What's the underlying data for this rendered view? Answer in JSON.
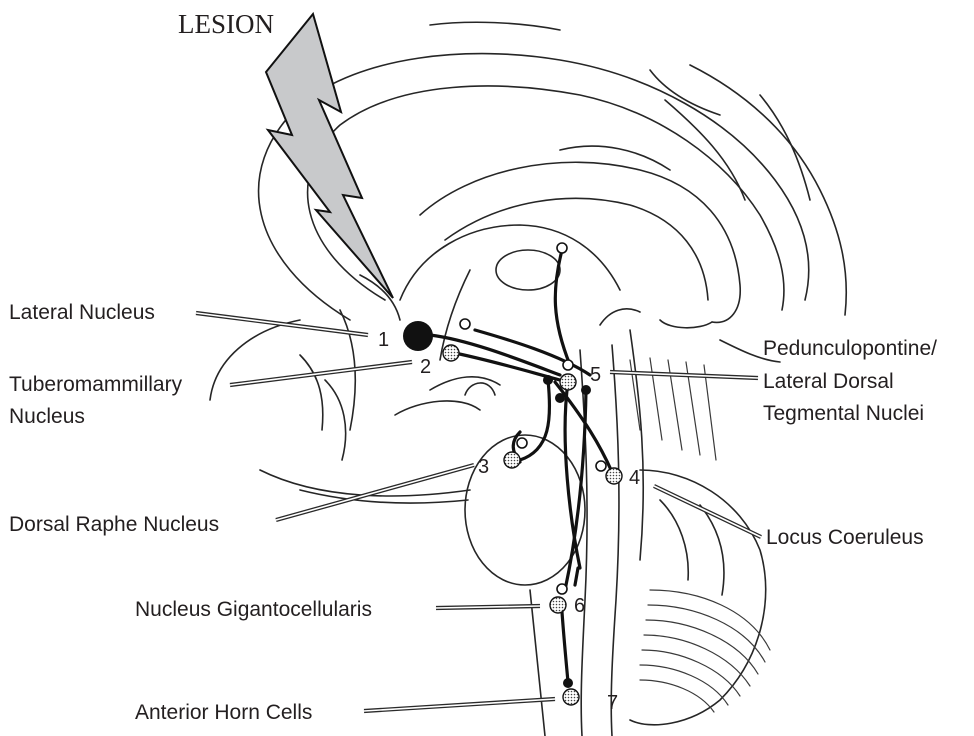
{
  "figure": {
    "title": "LESION",
    "labels": {
      "lateral": "Lateral Nucleus",
      "tubero_1": "Tuberomammillary",
      "tubero_2": "Nucleus",
      "raphe": "Dorsal Raphe Nucleus",
      "giganto": "Nucleus Gigantocellularis",
      "horn": "Anterior Horn Cells",
      "ppt_1": "Pedunculopontine/",
      "ppt_2": "Lateral Dorsal",
      "ppt_3": "Tegmental Nuclei",
      "coeruleus": "Locus Coeruleus"
    },
    "numbers": [
      "1",
      "2",
      "3",
      "4",
      "5",
      "6",
      "7"
    ]
  }
}
